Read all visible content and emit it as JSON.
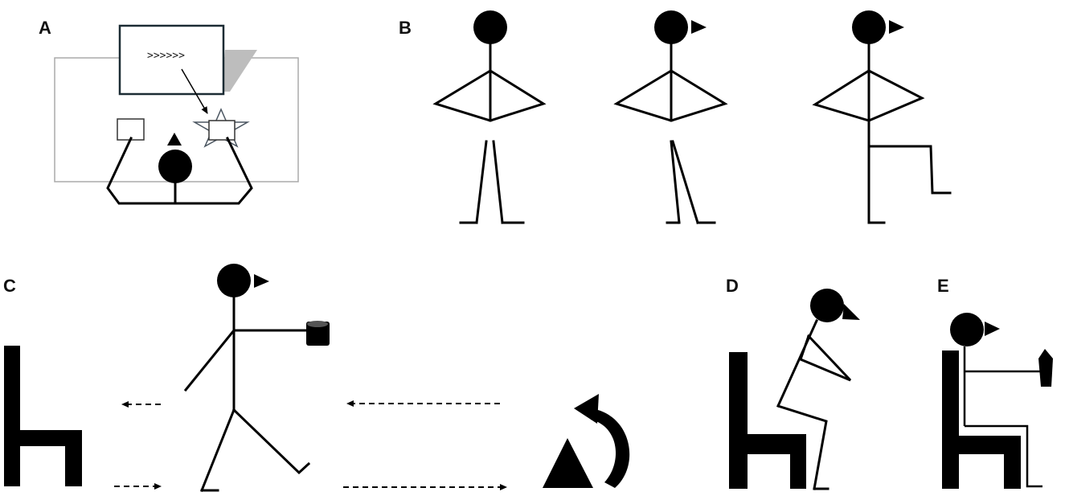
{
  "panels": {
    "a": {
      "label": "A",
      "screen_text": ">>>>>>"
    },
    "b": {
      "label": "B"
    },
    "c": {
      "label": "C"
    },
    "d": {
      "label": "D"
    },
    "e": {
      "label": "E"
    }
  }
}
